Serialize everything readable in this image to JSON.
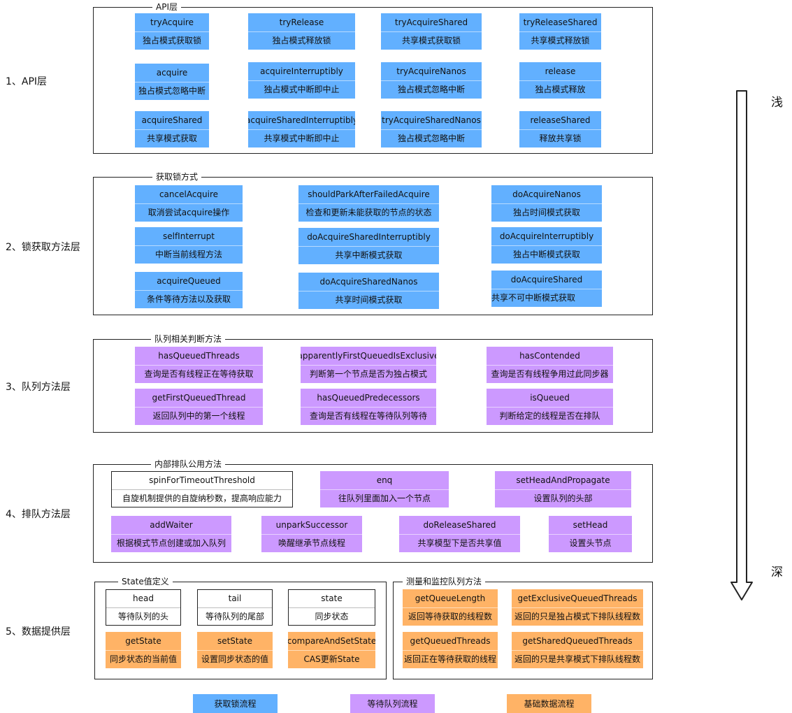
{
  "layers": [
    {
      "label": "1、API层"
    },
    {
      "label": "2、锁获取方法层"
    },
    {
      "label": "3、队列方法层"
    },
    {
      "label": "4、排队方法层"
    },
    {
      "label": "5、数据提供层"
    }
  ],
  "panels": {
    "api": {
      "title": "API层",
      "boxes": [
        {
          "name": "tryAcquire",
          "desc": "独占模式获取锁"
        },
        {
          "name": "tryRelease",
          "desc": "独占模式释放锁"
        },
        {
          "name": "tryAcquireShared",
          "desc": "共享模式获取锁"
        },
        {
          "name": "tryReleaseShared",
          "desc": "共享模式释放锁"
        },
        {
          "name": "acquire",
          "desc": "独占模式忽略中断"
        },
        {
          "name": "acquireInterruptibly",
          "desc": "独占模式中断即中止"
        },
        {
          "name": "tryAcquireNanos",
          "desc": "独占模式忽略中断"
        },
        {
          "name": "release",
          "desc": "独占模式释放"
        },
        {
          "name": "acquireShared",
          "desc": "共享模式获取"
        },
        {
          "name": "acquireSharedInterruptibly",
          "desc": "共享模式中断即中止"
        },
        {
          "name": "tryAcquireSharedNanos",
          "desc": "独占模式忽略中断"
        },
        {
          "name": "releaseShared",
          "desc": "释放共享锁"
        }
      ]
    },
    "lock": {
      "title": "获取锁方式",
      "boxes": [
        {
          "name": "cancelAcquire",
          "desc": "取消尝试acquire操作"
        },
        {
          "name": "shouldParkAfterFailedAcquire",
          "desc": "检查和更新未能获取的节点的状态"
        },
        {
          "name": "doAcquireNanos",
          "desc": "独占时间模式获取"
        },
        {
          "name": "selfInterrupt",
          "desc": "中断当前线程方法"
        },
        {
          "name": "doAcquireSharedInterruptibly",
          "desc": "共享中断模式获取"
        },
        {
          "name": "doAcquireInterruptibly",
          "desc": "独占中断模式获取"
        },
        {
          "name": "acquireQueued",
          "desc": "条件等待方法以及获取"
        },
        {
          "name": "doAcquireSharedNanos",
          "desc": "共享时间模式获取"
        },
        {
          "name": "doAcquireShared",
          "desc": "共享不可中断模式获取"
        }
      ]
    },
    "queue": {
      "title": "队列相关判断方法",
      "boxes": [
        {
          "name": "hasQueuedThreads",
          "desc": "查询是否有线程正在等待获取"
        },
        {
          "name": "apparentlyFirstQueuedIsExclusive",
          "desc": "判断第一个节点是否为独占模式"
        },
        {
          "name": "hasContended",
          "desc": "查询是否有线程争用过此同步器"
        },
        {
          "name": "getFirstQueuedThread",
          "desc": "返回队列中的第一个线程"
        },
        {
          "name": "hasQueuedPredecessors",
          "desc": "查询是否有线程在等待队列等待"
        },
        {
          "name": "isQueued",
          "desc": "判断给定的线程是否在排队"
        }
      ]
    },
    "enqueue": {
      "title": "内部排队公用方法",
      "boxes": [
        {
          "name": "spinForTimeoutThreshold",
          "desc": "自旋机制提供的自旋纳秒数，提高响应能力"
        },
        {
          "name": "enq",
          "desc": "往队列里面加入一个节点"
        },
        {
          "name": "setHeadAndPropagate",
          "desc": "设置队列的头部"
        },
        {
          "name": "addWaiter",
          "desc": "根据模式节点创建或加入队列"
        },
        {
          "name": "unparkSuccessor",
          "desc": "唤醒继承节点线程"
        },
        {
          "name": "doReleaseShared",
          "desc": "共享模型下是否共享值"
        },
        {
          "name": "setHead",
          "desc": "设置头节点"
        }
      ]
    },
    "state": {
      "title": "State值定义",
      "boxes": [
        {
          "name": "head",
          "desc": "等待队列的头"
        },
        {
          "name": "tail",
          "desc": "等待队列的尾部"
        },
        {
          "name": "state",
          "desc": "同步状态"
        },
        {
          "name": "getState",
          "desc": "同步状态的当前值"
        },
        {
          "name": "setState",
          "desc": "设置同步状态的值"
        },
        {
          "name": "compareAndSetState",
          "desc": "CAS更新State"
        }
      ]
    },
    "monitor": {
      "title": "测量和监控队列方法",
      "boxes": [
        {
          "name": "getQueueLength",
          "desc": "返回等待获取的线程数"
        },
        {
          "name": "getExclusiveQueuedThreads",
          "desc": "返回的只是独占模式下排队线程数"
        },
        {
          "name": "getQueuedThreads",
          "desc": "返回正在等待获取的线程"
        },
        {
          "name": "getSharedQueuedThreads",
          "desc": "返回的只是共享模式下排队线程数"
        }
      ]
    }
  },
  "legend": [
    {
      "label": "获取锁流程"
    },
    {
      "label": "等待队列流程"
    },
    {
      "label": "基础数据流程"
    }
  ],
  "depth": {
    "shallow": "浅",
    "deep": "深"
  },
  "colors": {
    "blue": "#62b0ff",
    "purple": "#cc99ff",
    "orange": "#ffb366"
  }
}
